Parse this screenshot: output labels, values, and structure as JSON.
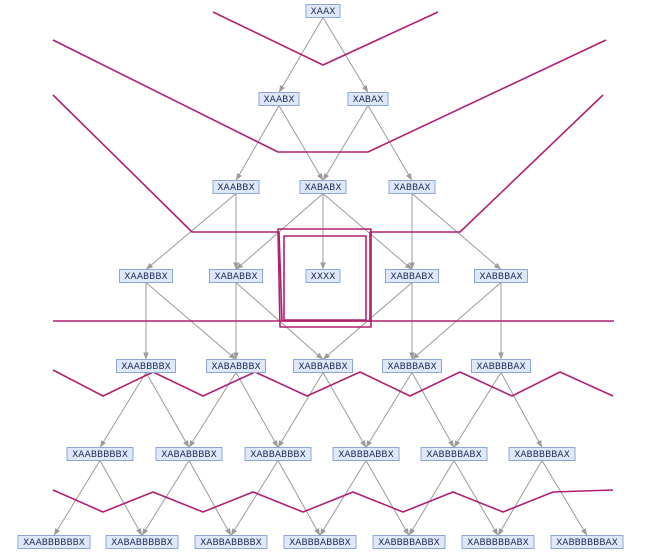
{
  "nodes": [
    {
      "id": "XAAX",
      "label": "XAAX"
    },
    {
      "id": "XAABX",
      "label": "XAABX"
    },
    {
      "id": "XABAX",
      "label": "XABAX"
    },
    {
      "id": "XAABBX",
      "label": "XAABBX"
    },
    {
      "id": "XABABX",
      "label": "XABABX"
    },
    {
      "id": "XABBAX",
      "label": "XABBAX"
    },
    {
      "id": "XAABBBX",
      "label": "XAABBBX"
    },
    {
      "id": "XABABBX",
      "label": "XABABBX"
    },
    {
      "id": "XXXX",
      "label": "XXXX"
    },
    {
      "id": "XABBABX",
      "label": "XABBABX"
    },
    {
      "id": "XABBBAX",
      "label": "XABBBAX"
    },
    {
      "id": "XAABBBBX",
      "label": "XAABBBBX"
    },
    {
      "id": "XABABBBX",
      "label": "XABABBBX"
    },
    {
      "id": "XABBABBX",
      "label": "XABBABBX"
    },
    {
      "id": "XABBBABX",
      "label": "XABBBABX"
    },
    {
      "id": "XABBBBAX",
      "label": "XABBBBAX"
    },
    {
      "id": "XAABBBBBX",
      "label": "XAABBBBBX"
    },
    {
      "id": "XABABBBBX",
      "label": "XABABBBBX"
    },
    {
      "id": "XABBABBBX",
      "label": "XABBABBBX"
    },
    {
      "id": "XABBBABBX",
      "label": "XABBBABBX"
    },
    {
      "id": "XABBBBABX",
      "label": "XABBBBABX"
    },
    {
      "id": "XABBBBBAX",
      "label": "XABBBBBAX"
    },
    {
      "id": "XAABBBBBBX",
      "label": "XAABBBBBBX"
    },
    {
      "id": "XABABBBBBX",
      "label": "XABABBBBBX"
    },
    {
      "id": "XABBABBBBX",
      "label": "XABBABBBBX"
    },
    {
      "id": "XABBBABBBX",
      "label": "XABBBABBBX"
    },
    {
      "id": "XABBBBABBX",
      "label": "XABBBBABBX"
    },
    {
      "id": "XABBBBBABX",
      "label": "XABBBBBABX"
    },
    {
      "id": "XABBBBBBAX",
      "label": "XABBBBBBAX"
    }
  ],
  "edges": [
    [
      "XAAX",
      "XAABX"
    ],
    [
      "XAAX",
      "XABAX"
    ],
    [
      "XAABX",
      "XAABBX"
    ],
    [
      "XAABX",
      "XABABX"
    ],
    [
      "XABAX",
      "XABABX"
    ],
    [
      "XABAX",
      "XABBAX"
    ],
    [
      "XAABBX",
      "XAABBBX"
    ],
    [
      "XAABBX",
      "XABABBX"
    ],
    [
      "XABABX",
      "XABABBX"
    ],
    [
      "XABABX",
      "XXXX"
    ],
    [
      "XABABX",
      "XABBABX"
    ],
    [
      "XABBAX",
      "XABBABX"
    ],
    [
      "XABBAX",
      "XABBBAX"
    ],
    [
      "XAABBBX",
      "XAABBBBX"
    ],
    [
      "XAABBBX",
      "XABABBBX"
    ],
    [
      "XABABBX",
      "XABABBBX"
    ],
    [
      "XABABBX",
      "XABBABBX"
    ],
    [
      "XABBABX",
      "XABBABBX"
    ],
    [
      "XABBABX",
      "XABBBABX"
    ],
    [
      "XABBBAX",
      "XABBBABX"
    ],
    [
      "XABBBAX",
      "XABBBBAX"
    ],
    [
      "XAABBBBX",
      "XAABBBBBX"
    ],
    [
      "XAABBBBX",
      "XABABBBBX"
    ],
    [
      "XABABBBX",
      "XABABBBBX"
    ],
    [
      "XABABBBX",
      "XABBABBBX"
    ],
    [
      "XABBABBX",
      "XABBABBBX"
    ],
    [
      "XABBABBX",
      "XABBBABBX"
    ],
    [
      "XABBBABX",
      "XABBBABBX"
    ],
    [
      "XABBBABX",
      "XABBBBABX"
    ],
    [
      "XABBBBAX",
      "XABBBBABX"
    ],
    [
      "XABBBBAX",
      "XABBBBBAX"
    ],
    [
      "XAABBBBBX",
      "XAABBBBBBX"
    ],
    [
      "XAABBBBBX",
      "XABABBBBBX"
    ],
    [
      "XABABBBBX",
      "XABABBBBBX"
    ],
    [
      "XABABBBBX",
      "XABBABBBBX"
    ],
    [
      "XABBABBBX",
      "XABBABBBBX"
    ],
    [
      "XABBABBBX",
      "XABBBABBBX"
    ],
    [
      "XABBBABBX",
      "XABBBABBBX"
    ],
    [
      "XABBBABBX",
      "XABBBBABBX"
    ],
    [
      "XABBBBABX",
      "XABBBBABBX"
    ],
    [
      "XABBBBABX",
      "XABBBBBABX"
    ],
    [
      "XABBBBBAX",
      "XABBBBBABX"
    ],
    [
      "XABBBBBAX",
      "XABBBBBBAX"
    ]
  ],
  "colors": {
    "node_fill": "#dfe8fa",
    "node_border": "#8ea6d6",
    "node_text": "#1b2a55",
    "edge": "#9b9b9b",
    "cut_line": "#b0206f"
  }
}
